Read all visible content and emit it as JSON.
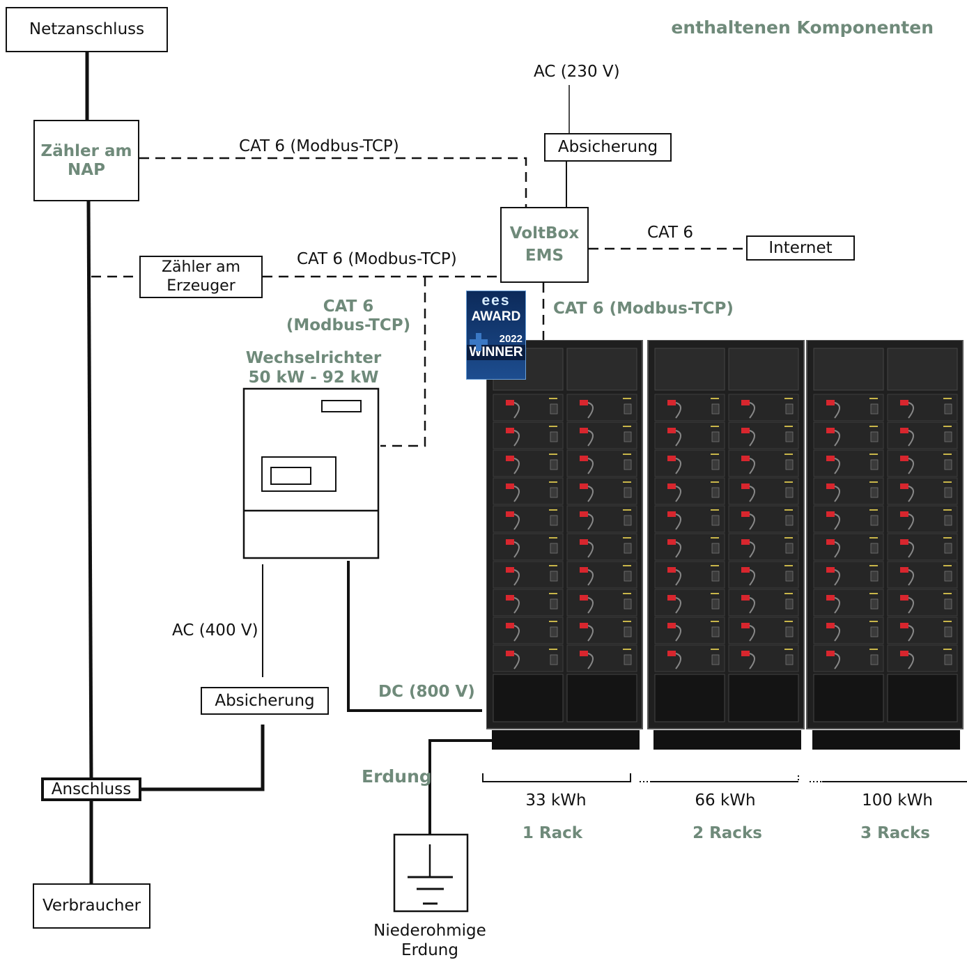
{
  "heading_partial": "enthaltenen Komponenten",
  "boxes": {
    "netzanschluss": "Netzanschluss",
    "zaehler_nap": "Zähler am NAP",
    "zaehler_erzeuger": "Zähler am Erzeuger",
    "absicherung_ac230": "Absicherung",
    "voltbox_ems": "VoltBox EMS",
    "internet": "Internet",
    "absicherung_ac400": "Absicherung",
    "anschluss": "Anschluss",
    "verbraucher": "Verbraucher"
  },
  "labels": {
    "ac230": "AC (230 V)",
    "cat6_nap": "CAT 6 (Modbus-TCP)",
    "cat6_erzeuger": "CAT 6 (Modbus-TCP)",
    "cat6_internet": "CAT 6",
    "cat6_inverter": "CAT 6 (Modbus-TCP)",
    "cat6_battery": "CAT 6 (Modbus-TCP)",
    "inverter_title": "Wechselrichter",
    "inverter_power": "50 kW - 92 kW",
    "ac400": "AC (400 V)",
    "dc800": "DC (800 V)",
    "erdung": "Erdung",
    "earth_caption": "Niederohmige Erdung"
  },
  "award": {
    "brand": "ees",
    "word": "AWARD",
    "year": "2022",
    "result": "WINNER"
  },
  "capacities": [
    {
      "energy": "33 kWh",
      "racks": "1 Rack"
    },
    {
      "energy": "66 kWh",
      "racks": "2 Racks"
    },
    {
      "energy": "100 kWh",
      "racks": "3 Racks"
    }
  ],
  "colors": {
    "accent_green": "#6f8a7a",
    "line": "#111111",
    "rack_body": "#1f1f1f",
    "connector_red": "#d8262e"
  }
}
